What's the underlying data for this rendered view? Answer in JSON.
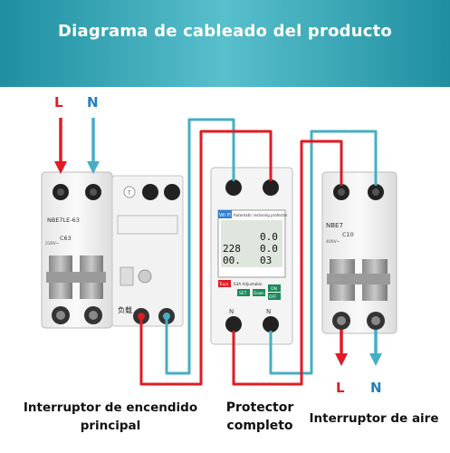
{
  "banner": {
    "title": "Diagrama de cableado del producto"
  },
  "terminals": {
    "main_l": "L",
    "main_n": "N",
    "out_l": "L",
    "out_n": "N"
  },
  "labels": {
    "main_breaker_line1": "Interruptor de encendido",
    "main_breaker_line2": "principal",
    "protector_line1": "Protector",
    "protector_line2": "completo",
    "air_breaker": "Interruptor de aire"
  },
  "devices": {
    "main_breaker": {
      "model": "NBE7LE-63",
      "rating": "C63",
      "voltage": "230V~",
      "chinese_mark": "负载",
      "test_text": "T"
    },
    "protector": {
      "wifi": "Wi Fi",
      "caption": "Automatic reclosing protector",
      "reading_top": "0.0",
      "reading_mid_left": "228",
      "reading_mid_right": "0.0",
      "reading_bottom_left": "00.",
      "reading_bottom_right": "03",
      "rating_text": "63A Adjustable",
      "btn_left": "Tuya",
      "btn_set": "SET",
      "btn_down": "Down",
      "btn_on": "ON",
      "btn_off": "OFF",
      "terminal_in": "N",
      "terminal_out": "N"
    },
    "air_breaker": {
      "model": "NBE7",
      "rating": "C10",
      "voltage": "400V~"
    }
  },
  "colors": {
    "live": "#e01b24",
    "neutral": "#44aec6",
    "banner": "#2a9fb0"
  }
}
